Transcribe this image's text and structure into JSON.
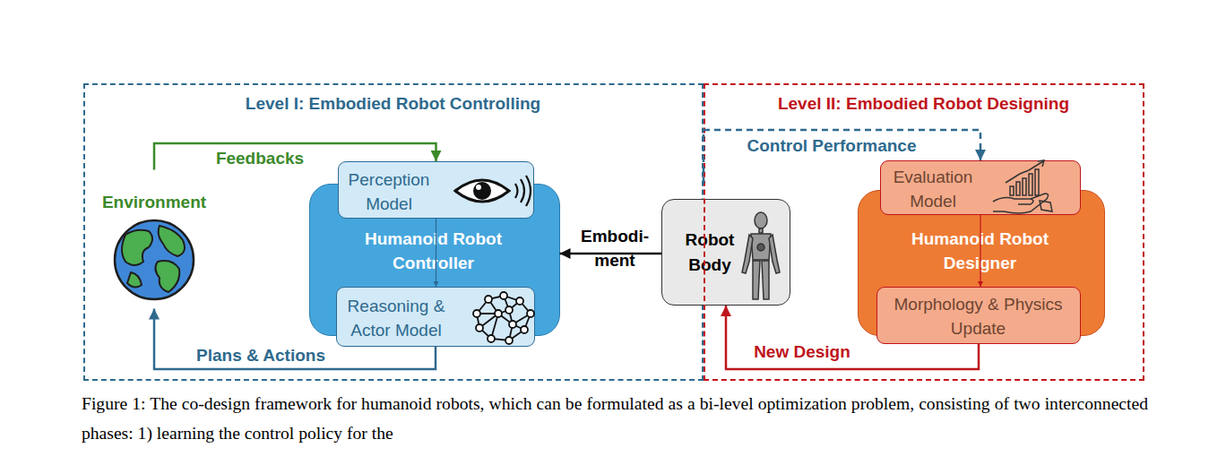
{
  "diagram": {
    "caption": "Figure 1: The co-design framework for humanoid robots, which can be formulated as a bi-level optimization problem, consisting of two interconnected phases: 1) learning the control policy for the",
    "nodes": [
      {
        "text": [
          "Level I: Embodied Robot Controlling"
        ]
      },
      {
        "text": [
          "Environment"
        ],
        "in": 0
      },
      {
        "text": [
          "Humanoid Robot Controller"
        ],
        "in": 0
      },
      {
        "text": [
          "Perception Model"
        ],
        "in": 2
      },
      {
        "text": [
          "Reasoning & Actor Model"
        ],
        "in": 2
      },
      {
        "text": [
          "Robot Body"
        ]
      },
      {
        "text": [
          "Level II: Embodied Robot Designing"
        ]
      },
      {
        "text": [
          "Humanoid Robot Designer"
        ],
        "in": 6
      },
      {
        "text": [
          "Evaluation Model"
        ],
        "in": 7
      },
      {
        "text": [
          "Morphology & Physics Update"
        ],
        "in": 7
      }
    ],
    "edges": [
      {
        "from": 1,
        "to": 3,
        "label": "Feedbacks",
        "arrow": "to"
      },
      {
        "from": 3,
        "to": 4,
        "arrow": "to"
      },
      {
        "from": 4,
        "to": 1,
        "label": "Plans & Actions",
        "arrow": "to"
      },
      {
        "from": 5,
        "to": 2,
        "label": "Embodi- ment",
        "arrow": "to"
      },
      {
        "from": 0,
        "to": 8,
        "label": "Control Performance",
        "arrow": "to"
      },
      {
        "from": 8,
        "to": 9,
        "arrow": "to"
      },
      {
        "from": 9,
        "to": 5,
        "label": "New Design",
        "arrow": "to"
      }
    ]
  }
}
